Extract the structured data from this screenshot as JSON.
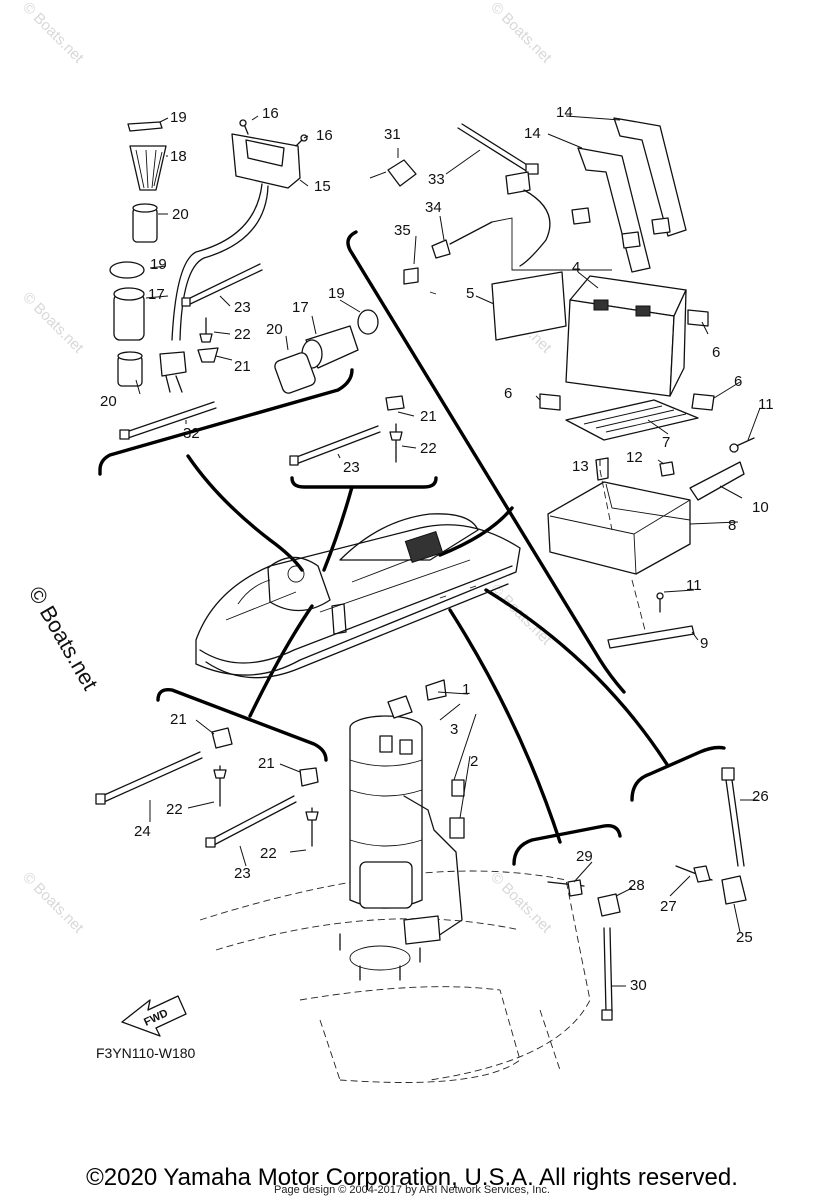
{
  "diagram": {
    "code": "F3YN110-W180",
    "fwd_label": "FWD",
    "watermark": "© Boats.net",
    "side_watermark": "© Boats.net",
    "callouts": {
      "c1": "1",
      "c2": "2",
      "c3": "3",
      "c4": "4",
      "c5": "5",
      "c6a": "6",
      "c6b": "6",
      "c6c": "6",
      "c7": "7",
      "c8": "8",
      "c9": "9",
      "c10": "10",
      "c11a": "11",
      "c11b": "11",
      "c12": "12",
      "c13": "13",
      "c14a": "14",
      "c14b": "14",
      "c15": "15",
      "c16a": "16",
      "c16b": "16",
      "c17a": "17",
      "c17b": "17",
      "c18": "18",
      "c19a": "19",
      "c19b": "19",
      "c19c": "19",
      "c20a": "20",
      "c20b": "20",
      "c20c": "20",
      "c21a": "21",
      "c21b": "21",
      "c21c": "21",
      "c21d": "21",
      "c22a": "22",
      "c22b": "22",
      "c22c": "22",
      "c22d": "22",
      "c23a": "23",
      "c23b": "23",
      "c23c": "23",
      "c24": "24",
      "c25": "25",
      "c26": "26",
      "c27": "27",
      "c28": "28",
      "c29": "29",
      "c30": "30",
      "c31": "31",
      "c32": "32",
      "c33": "33",
      "c34": "34",
      "c35": "35"
    }
  },
  "footer": {
    "copyright": "©2020 Yamaha Motor Corporation, U.S.A. All rights reserved.",
    "page_design": "Page design © 2004-2017 by ARI Network Services, Inc."
  }
}
